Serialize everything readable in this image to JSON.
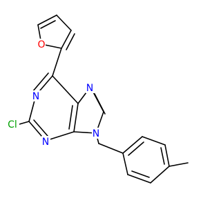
{
  "molecule": {
    "atoms": [
      {
        "id": "O",
        "label": "O",
        "color": "#ff0000"
      },
      {
        "id": "N1",
        "label": "N",
        "color": "#0000ff"
      },
      {
        "id": "N3",
        "label": "N",
        "color": "#0000ff"
      },
      {
        "id": "N7",
        "label": "N",
        "color": "#0000ff"
      },
      {
        "id": "N9",
        "label": "N",
        "color": "#0000ff"
      },
      {
        "id": "Cl",
        "label": "Cl",
        "color": "#00a000"
      }
    ],
    "bond_color": "#000000"
  }
}
